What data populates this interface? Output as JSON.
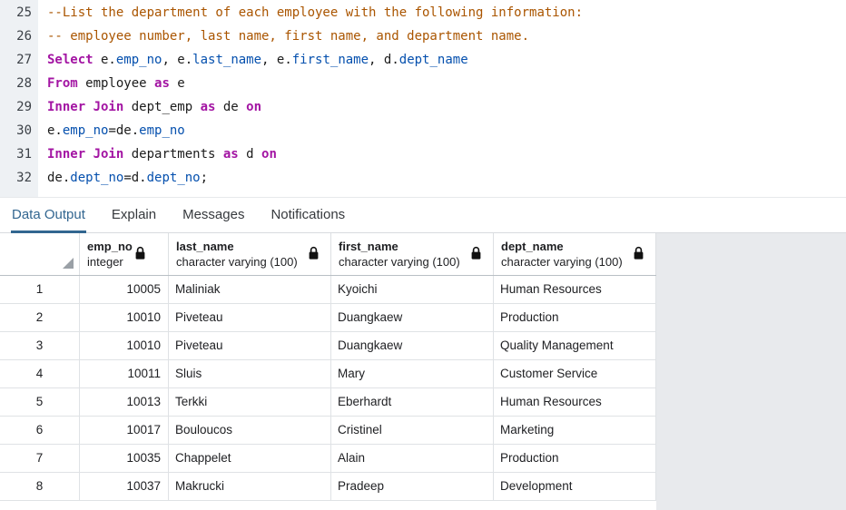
{
  "editor": {
    "syntax_colors": {
      "keyword": "#a315a3",
      "comment": "#aa5500",
      "identifier": "#0550ae",
      "plain": "#1c1c1c"
    },
    "lines": [
      {
        "number": "25",
        "segments": [
          {
            "t": "--List the department of each employee with the following information:",
            "s": "comment"
          }
        ]
      },
      {
        "number": "26",
        "segments": [
          {
            "t": "-- employee number, last name, first name, and department name.",
            "s": "comment"
          }
        ]
      },
      {
        "number": "27",
        "segments": [
          {
            "t": "Select",
            "s": "keyword"
          },
          {
            "t": " e.",
            "s": "plain"
          },
          {
            "t": "emp_no",
            "s": "ident"
          },
          {
            "t": ", e.",
            "s": "plain"
          },
          {
            "t": "last_name",
            "s": "ident"
          },
          {
            "t": ", e.",
            "s": "plain"
          },
          {
            "t": "first_name",
            "s": "ident"
          },
          {
            "t": ", d.",
            "s": "plain"
          },
          {
            "t": "dept_name",
            "s": "ident"
          }
        ]
      },
      {
        "number": "28",
        "segments": [
          {
            "t": "From",
            "s": "keyword"
          },
          {
            "t": " employee ",
            "s": "plain"
          },
          {
            "t": "as",
            "s": "keyword"
          },
          {
            "t": " e",
            "s": "plain"
          }
        ]
      },
      {
        "number": "29",
        "segments": [
          {
            "t": "Inner Join",
            "s": "keyword"
          },
          {
            "t": " dept_emp ",
            "s": "plain"
          },
          {
            "t": "as",
            "s": "keyword"
          },
          {
            "t": " de ",
            "s": "plain"
          },
          {
            "t": "on",
            "s": "keyword"
          }
        ]
      },
      {
        "number": "30",
        "segments": [
          {
            "t": "e.",
            "s": "plain"
          },
          {
            "t": "emp_no",
            "s": "ident"
          },
          {
            "t": "=de.",
            "s": "plain"
          },
          {
            "t": "emp_no",
            "s": "ident"
          }
        ]
      },
      {
        "number": "31",
        "segments": [
          {
            "t": "Inner Join",
            "s": "keyword"
          },
          {
            "t": " departments ",
            "s": "plain"
          },
          {
            "t": "as",
            "s": "keyword"
          },
          {
            "t": " d ",
            "s": "plain"
          },
          {
            "t": "on",
            "s": "keyword"
          }
        ]
      },
      {
        "number": "32",
        "segments": [
          {
            "t": "de.",
            "s": "plain"
          },
          {
            "t": "dept_no",
            "s": "ident"
          },
          {
            "t": "=d.",
            "s": "plain"
          },
          {
            "t": "dept_no",
            "s": "ident"
          },
          {
            "t": ";",
            "s": "plain"
          }
        ]
      }
    ]
  },
  "tabs": {
    "items": [
      {
        "label": "Data Output",
        "active": true
      },
      {
        "label": "Explain",
        "active": false
      },
      {
        "label": "Messages",
        "active": false
      },
      {
        "label": "Notifications",
        "active": false
      }
    ],
    "active_color": "#326690"
  },
  "grid": {
    "columns": [
      {
        "name": "emp_no",
        "type": "integer",
        "locked": true,
        "width": 98,
        "align": "num",
        "lock_right": 24
      },
      {
        "name": "last_name",
        "type": "character varying (100)",
        "locked": true,
        "width": 179,
        "align": "txt",
        "lock_right": 12
      },
      {
        "name": "first_name",
        "type": "character varying (100)",
        "locked": true,
        "width": 179,
        "align": "txt",
        "lock_right": 12
      },
      {
        "name": "dept_name",
        "type": "character varying (100)",
        "locked": true,
        "width": 179,
        "align": "txt",
        "lock_right": 12
      }
    ],
    "rownum_width": 88,
    "rows": [
      {
        "num": "1",
        "values": [
          "10005",
          "Maliniak",
          "Kyoichi",
          "Human Resources"
        ]
      },
      {
        "num": "2",
        "values": [
          "10010",
          "Piveteau",
          "Duangkaew",
          "Production"
        ]
      },
      {
        "num": "3",
        "values": [
          "10010",
          "Piveteau",
          "Duangkaew",
          "Quality Management"
        ]
      },
      {
        "num": "4",
        "values": [
          "10011",
          "Sluis",
          "Mary",
          "Customer Service"
        ]
      },
      {
        "num": "5",
        "values": [
          "10013",
          "Terkki",
          "Eberhardt",
          "Human Resources"
        ]
      },
      {
        "num": "6",
        "values": [
          "10017",
          "Bouloucos",
          "Cristinel",
          "Marketing"
        ]
      },
      {
        "num": "7",
        "values": [
          "10035",
          "Chappelet",
          "Alain",
          "Production"
        ]
      },
      {
        "num": "8",
        "values": [
          "10037",
          "Makrucki",
          "Pradeep",
          "Development"
        ]
      }
    ]
  }
}
